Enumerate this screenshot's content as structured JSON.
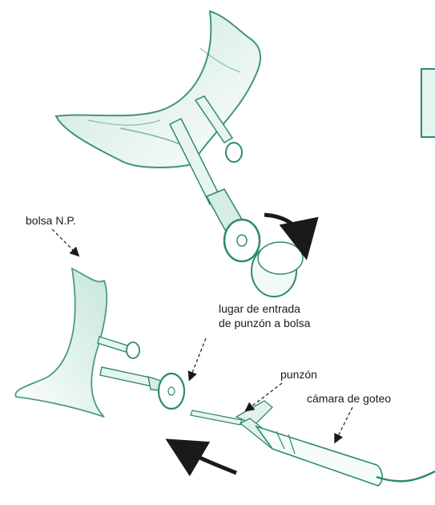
{
  "labels": {
    "bolsa": "bolsa N.P.",
    "entrada_line1": "lugar de entrada",
    "entrada_line2": "de punzón a bolsa",
    "punzon": "punzón",
    "camara": "cámara de goteo"
  },
  "colors": {
    "illustration_tint": "#2e8a6e",
    "illustration_light": "#cfe9df",
    "note_box_fill": "#e5f4ee",
    "note_box_border": "#2e8a6e",
    "arrow": "#1a1a1a"
  }
}
